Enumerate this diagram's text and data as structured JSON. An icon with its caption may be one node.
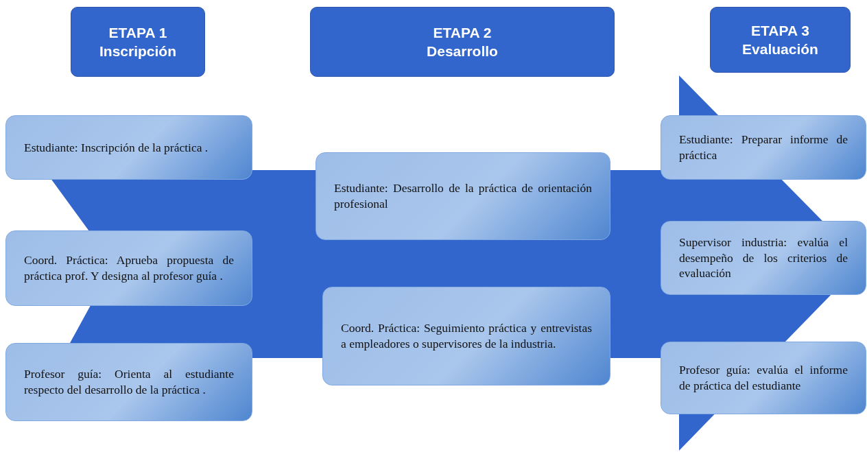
{
  "diagram": {
    "nodes": [
      {
        "text": [
          "ETAPA 1",
          "Inscripción"
        ]
      },
      {
        "text": [
          "ETAPA 2",
          "Desarrollo"
        ]
      },
      {
        "text": [
          "ETAPA 3",
          "Evaluación"
        ]
      },
      {
        "text": [
          "Estudiante: Inscripción de la práctica ."
        ]
      },
      {
        "text": [
          "Coord. Práctica: Aprueba propuesta de práctica prof. Y designa al profesor guía ."
        ]
      },
      {
        "text": [
          "Profesor guía: Orienta al estudiante respecto del desarrollo de la práctica ."
        ]
      },
      {
        "text": [
          "Estudiante: Desarrollo de la práctica de orientación profesional"
        ]
      },
      {
        "text": [
          "Coord. Práctica: Seguimiento práctica y entrevistas a empleadores o supervisores de la industria."
        ]
      },
      {
        "text": [
          "Estudiante: Preparar informe de práctica"
        ]
      },
      {
        "text": [
          "Supervisor industria: evalúa el desempeño de los criterios de evaluación"
        ]
      },
      {
        "text": [
          "Profesor guía: evalúa el informe de práctica del estudiante"
        ]
      }
    ],
    "edges": [
      {
        "from": 4,
        "to": 9,
        "arrow": "to",
        "style": "thick"
      }
    ]
  }
}
